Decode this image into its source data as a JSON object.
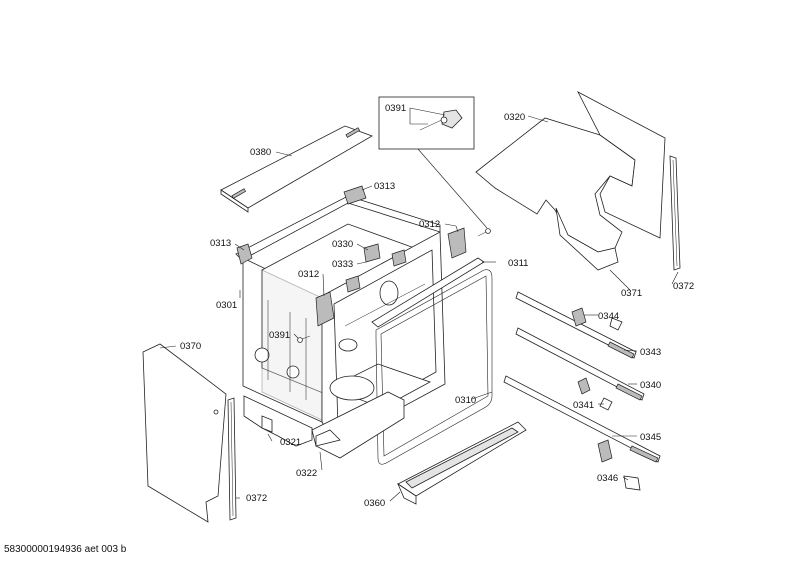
{
  "document_id": "58300000194936 aet 003 b",
  "detail_box": {
    "label": "0391"
  },
  "parts": {
    "p0320": "0320",
    "p0380": "0380",
    "p0313a": "0313",
    "p0313b": "0313",
    "p0312a": "0312",
    "p0312b": "0312",
    "p0330": "0330",
    "p0333": "0333",
    "p0311": "0311",
    "p0301": "0301",
    "p0391": "0391",
    "p0370": "0370",
    "p0321": "0321",
    "p0322": "0322",
    "p0310": "0310",
    "p0360": "0360",
    "p0372a": "0372",
    "p0372b": "0372",
    "p0371": "0371",
    "p0344": "0344",
    "p0343": "0343",
    "p0340": "0340",
    "p0341": "0341",
    "p0345": "0345",
    "p0346": "0346"
  }
}
